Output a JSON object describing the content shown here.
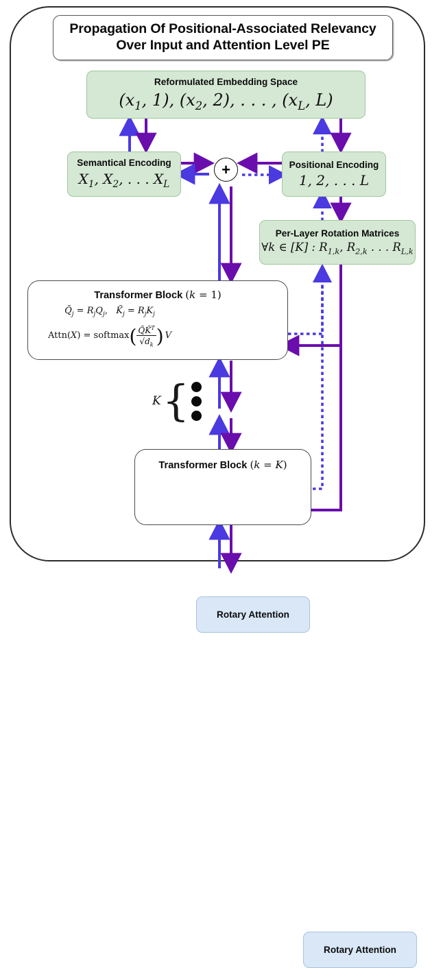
{
  "diagram": {
    "title": {
      "line1": "Propagation Of Positional-Associated Relevancy",
      "line2": "Over Input and Attention Level PE"
    },
    "colors": {
      "green_fill": "#d5e8d4",
      "green_stroke": "#9fc79b",
      "blue_fill": "#d9e7f7",
      "blue_stroke": "#a9c2dd",
      "forward_arrow": "#4a3ae0",
      "backward_arrow": "#6a0dad",
      "frame_stroke": "#2b2b2b"
    },
    "nodes": {
      "embedding": {
        "header": "Reformulated Embedding Space",
        "formula_prefix": "(",
        "formula": "(x₁, 1), (x₂, 2), … , (x_L, L)"
      },
      "semantical": {
        "header": "Semantical Encoding",
        "formula": "X₁, X₂, … X_L"
      },
      "positional": {
        "header": "Positional Encoding",
        "formula": "1, 2, … L"
      },
      "rotation": {
        "header": "Per-Layer Rotation Matrices",
        "formula": "∀k ∈ [K] : R₁,ₖ, R₂,ₖ … R_L,ₖ"
      },
      "plus": {
        "label": "+"
      },
      "block_first": {
        "header": "Transformer Block (k = 1)",
        "header_text": "Transformer Block",
        "header_index": "(k = 1)",
        "eq1": "Q̃ⱼ = RⱼQⱼ,   K̃ⱼ = RⱼKⱼ",
        "eq2": "Attn(X) = softmax( Q̃K̃ᵀ / √dₖ ) V",
        "eq2_lhs": "Attn(X) = softmax",
        "eq2_num": "Q̃K̃",
        "eq2_den": "√d",
        "eq2_tail": "V",
        "attention_label": "Rotary Attention"
      },
      "block_last": {
        "header": "Transformer Block (k = K)",
        "header_text": "Transformer Block",
        "header_index": "(k = K)",
        "attention_label": "Rotary Attention"
      },
      "repeat": {
        "label": "K",
        "dots_count": 3
      }
    }
  }
}
